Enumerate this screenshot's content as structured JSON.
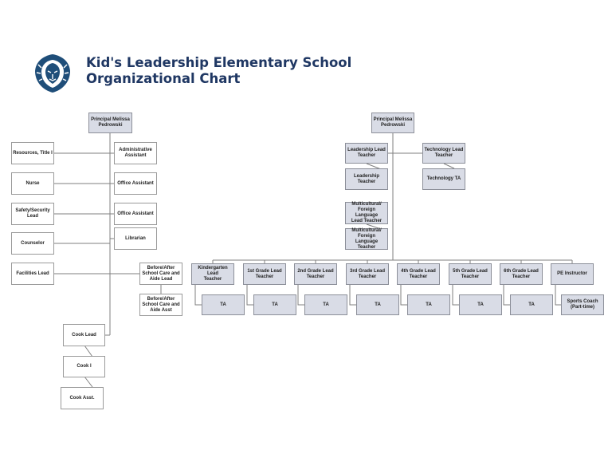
{
  "header": {
    "title_line1": "Kid's Leadership Elementary School",
    "title_line2": "Organizational Chart",
    "logo_icon": "lion-crest-icon"
  },
  "colors": {
    "title": "#1f3763",
    "box_fill": "#d9dce6",
    "line": "#7f7f7f"
  },
  "left_chart": {
    "principal": "Principal Melissa\nPedrowski",
    "admin_assistant": "Administrative\nAssistant",
    "office_assistant_1": "Office Assistant",
    "office_assistant_2": "Office Assistant",
    "librarian": "Librarian",
    "before_after_lead": "Before/After\nSchool Care and\nAide Lead",
    "before_after_asst": "Before/After\nSchool Care and\nAide Asst",
    "resources": "Resources, Title I",
    "nurse": "Nurse",
    "safety": "Safety/Security\nLead",
    "counselor": "Counselor",
    "facilities": "Facilities Lead",
    "cook_lead": "Cook Lead",
    "cook_1": "Cook I",
    "cook_asst": "Cook Asst."
  },
  "right_chart": {
    "principal": "Principal Melissa\nPedrowski",
    "leadership_lead": "Leadership Lead\nTeacher",
    "leadership_teacher": "Leadership\nTeacher",
    "technology_lead": "Technology Lead\nTeacher",
    "technology_ta": "Technology TA",
    "multicultural_lead": "Multicultural/\nForeign Language\nLead Teacher",
    "multicultural_teacher": "Multicultural/\nForeign Language\nTeacher",
    "grades": [
      {
        "lead": "Kindergarten Lead\nTeacher",
        "ta": "TA"
      },
      {
        "lead": "1st Grade  Lead\nTeacher",
        "ta": "TA"
      },
      {
        "lead": "2nd Grade Lead\nTeacher",
        "ta": "TA"
      },
      {
        "lead": "3rd Grade  Lead\nTeacher",
        "ta": "TA"
      },
      {
        "lead": "4th Grade  Lead\nTeacher",
        "ta": "TA"
      },
      {
        "lead": "5th Grade  Lead\nTeacher",
        "ta": "TA"
      },
      {
        "lead": "6th Grade  Lead\nTeacher",
        "ta": "TA"
      }
    ],
    "pe_instructor": "PE Instructor",
    "sports_coach": "Sports Coach\n(Part-time)"
  }
}
